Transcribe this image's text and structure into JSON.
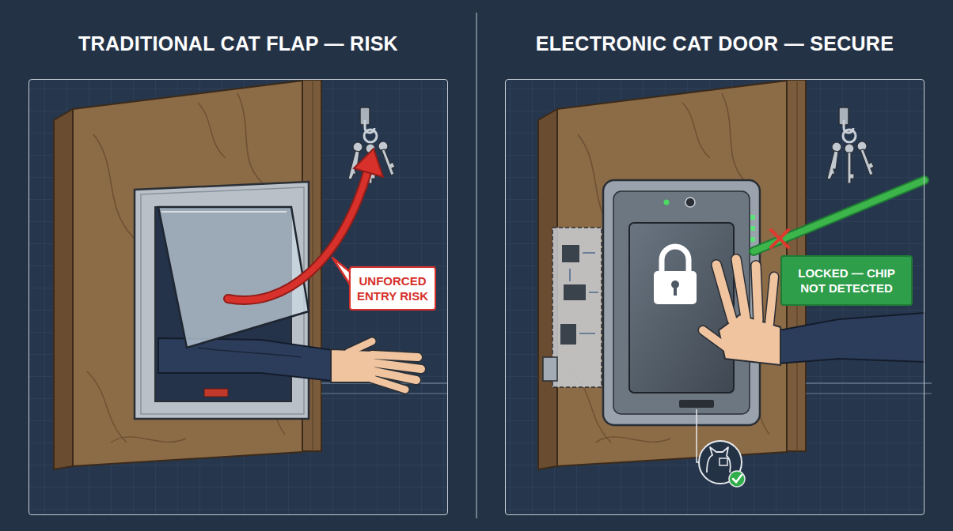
{
  "diagram": {
    "nodes": [
      {
        "text": [
          "TRADITIONAL CAT FLAP — RISK"
        ]
      },
      {
        "text": [
          "UNFORCED ENTRY RISK"
        ],
        "in": 0
      },
      {
        "text": [
          "ELECTRONIC CAT DOOR — SECURE"
        ]
      },
      {
        "text": [
          "LOCKED — CHIP NOT DETECTED"
        ],
        "in": 2
      }
    ]
  }
}
